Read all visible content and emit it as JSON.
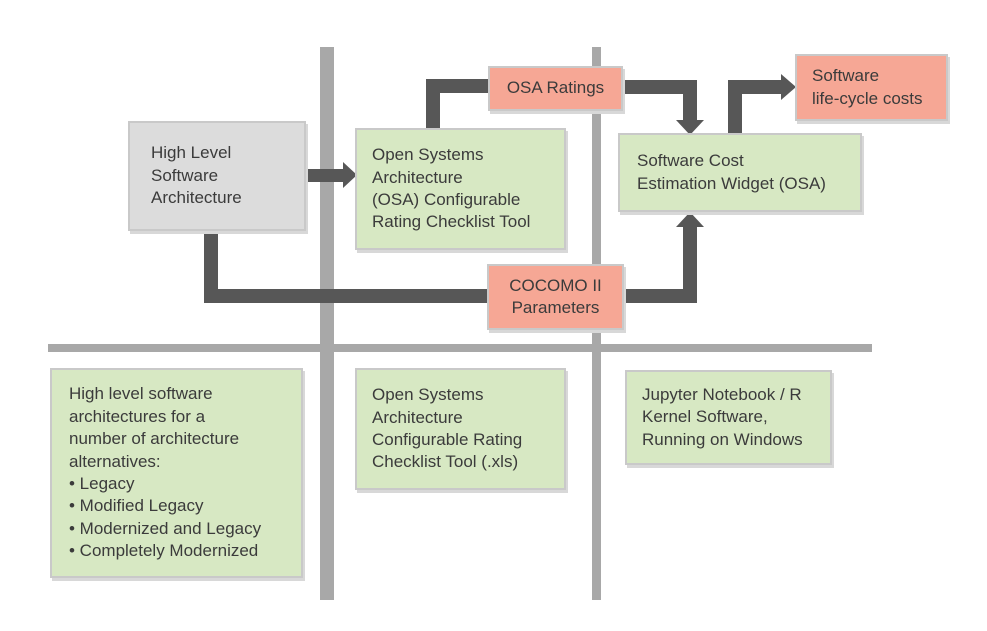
{
  "diagram": {
    "background": "#ffffff",
    "colors": {
      "node_green": "#d7e8c3",
      "node_salmon": "#f6a795",
      "node_gray": "#dcdcdc",
      "node_border": "#c9c9c9",
      "connector": "#575757",
      "grid_line": "#a8a8a8",
      "text": "#3b3b3b"
    },
    "nodes": {
      "high_level_architecture": {
        "label": "High Level\nSoftware\nArchitecture"
      },
      "osa_checklist_tool": {
        "label": "Open Systems\nArchitecture\n(OSA) Configurable\nRating Checklist Tool"
      },
      "osa_ratings": {
        "label": "OSA Ratings"
      },
      "software_lifecycle_costs": {
        "label": "Software\nlife-cycle costs"
      },
      "cost_estimation_widget": {
        "label": "Software Cost\nEstimation Widget (OSA)"
      },
      "cocomo_parameters": {
        "label": "COCOMO II\nParameters"
      },
      "architecture_alternatives": {
        "label": "High level software\narchitectures for a\nnumber of architecture\nalternatives:\n• Legacy\n• Modified Legacy\n• Modernized and Legacy\n• Completely Modernized"
      },
      "checklist_tool_xls": {
        "label": "Open Systems\nArchitecture\nConfigurable Rating\nChecklist Tool (.xls)"
      },
      "jupyter_notebook": {
        "label": "Jupyter Notebook / R\nKernel Software,\nRunning on Windows"
      }
    }
  }
}
